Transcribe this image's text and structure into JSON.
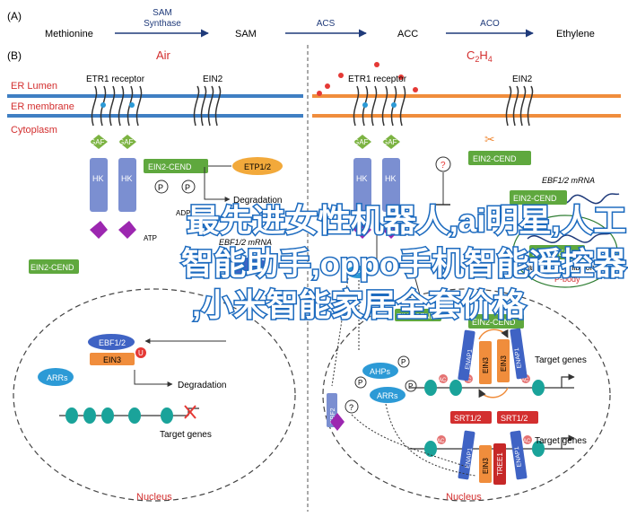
{
  "panel_a": {
    "label": "(A)",
    "methionine": "Methionine",
    "sam_synthase_line1": "SAM",
    "sam_synthase_line2": "Synthase",
    "sam": "SAM",
    "acs": "ACS",
    "acc": "ACC",
    "aco": "ACO",
    "ethylene": "Ethylene"
  },
  "panel_b": {
    "label": "(B)",
    "air": "Air",
    "c2h4_base": "C",
    "c2h4_sub1": "2",
    "c2h4_h": "H",
    "c2h4_sub2": "4",
    "er_lumen": "ER Lumen",
    "er_membrane": "ER membrane",
    "cytoplasm": "Cytoplasm",
    "nucleus": "Nucleus"
  },
  "left": {
    "etr1_receptor": "ETR1 receptor",
    "ein2": "EIN2",
    "gaf": "GAF",
    "hk": "HK",
    "ein2_cend": "EIN2-CEND",
    "etp1_2": "ETP1/2",
    "p": "P",
    "adp": "ADP",
    "atp": "ATP",
    "degradation": "Degradation",
    "ebf12_mrna": "EBF1/2 mRNA",
    "ein2_cend_bottom": "EIN2-CEND",
    "ebf12": "EBF1/2",
    "ein3": "EIN3",
    "u": "U",
    "arrs": "ARRs",
    "degradation_nucleus": "Degradation",
    "target_genes": "Target genes"
  },
  "right": {
    "etr1_receptor": "ETR1 receptor",
    "ein2": "EIN2",
    "gaf": "GAF",
    "hk": "HK",
    "kd": "KD",
    "question": "?",
    "ein2_cend_top": "EIN2-CEND",
    "ebf12_mrna": "EBF1/2 mRNA",
    "ein2_cend_mid": "EIN2-CEND",
    "ein2_cend_pbody": "EIN2-CEND",
    "translation_inhibition": "Translation Inhibition",
    "p_body": "P-body",
    "ein2_cend_lower": "EIN2-CEND",
    "ein2_cend_nucleus": "EIN2-CEND",
    "hps": "HPs",
    "ahps": "AHPs",
    "arrs": "ARRs",
    "p": "P",
    "enap1": "ENAP1",
    "ein3": "EIN3",
    "ac": "AC",
    "ebf2": "EBF2",
    "srt1_2_a": "SRT1/2",
    "srt1_2_b": "SRT1/2",
    "tree1": "TREE1",
    "target_genes_1": "Target genes",
    "target_genes_2": "Target genes"
  },
  "watermark": {
    "line1": "最先进女性机器人,ai明星,人工",
    "line2": "智能助手,oppo手机智能遥控器",
    "line3": ",小米智能家居全套价格"
  },
  "colors": {
    "er_membrane": "#3f7fc3",
    "membrane_red": "#d43030",
    "gaf_green": "#7cb342",
    "hk_blue": "#7b8fd1",
    "kd_purple": "#9c27b0",
    "ein2_cend_green": "#5fa83e",
    "etp_orange": "#f2a93b",
    "ebf_blue": "#3f63c4",
    "ein3_orange": "#f08d3c",
    "u_red": "#e53935",
    "arrs_blue": "#2c9ad6",
    "dna_teal": "#1aa39a",
    "srt_red": "#d32f2f",
    "ac_pink": "#e57373",
    "watermark_stroke": "#1d6bbf"
  }
}
